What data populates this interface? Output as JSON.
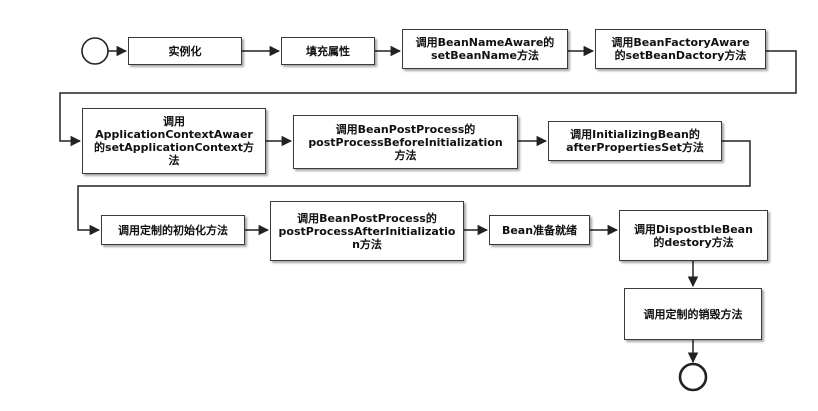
{
  "diagram": {
    "nodes": [
      {
        "id": "instantiate",
        "label": "实例化"
      },
      {
        "id": "populate",
        "label": "填充属性"
      },
      {
        "id": "bean-name-aware",
        "label": "调用BeanNameAware的\nsetBeanName方法"
      },
      {
        "id": "bean-factory-aware",
        "label": "调用BeanFactoryAware\n的setBeanDactory方法"
      },
      {
        "id": "app-context-aware",
        "label": "调用\nApplicationContextAwaer\n的setApplicationContext方\n法"
      },
      {
        "id": "post-before-init",
        "label": "调用BeanPostProcess的\npostProcessBeforeInitialization\n方法"
      },
      {
        "id": "initializing-bean",
        "label": "调用InitializingBean的\nafterPropertiesSet方法"
      },
      {
        "id": "custom-init",
        "label": "调用定制的初始化方法"
      },
      {
        "id": "post-after-init",
        "label": "调用BeanPostProcess的\npostProcessAfterInitializatio\nn方法"
      },
      {
        "id": "bean-ready",
        "label": "Bean准备就绪"
      },
      {
        "id": "disposable-bean",
        "label": "调用DispostbleBean\n的destory方法"
      },
      {
        "id": "custom-destroy",
        "label": "调用定制的销毁方法"
      }
    ],
    "edges": [
      [
        "start",
        "instantiate"
      ],
      [
        "instantiate",
        "populate"
      ],
      [
        "populate",
        "bean-name-aware"
      ],
      [
        "bean-name-aware",
        "bean-factory-aware"
      ],
      [
        "bean-factory-aware",
        "app-context-aware"
      ],
      [
        "app-context-aware",
        "post-before-init"
      ],
      [
        "post-before-init",
        "initializing-bean"
      ],
      [
        "initializing-bean",
        "custom-init"
      ],
      [
        "custom-init",
        "post-after-init"
      ],
      [
        "post-after-init",
        "bean-ready"
      ],
      [
        "bean-ready",
        "disposable-bean"
      ],
      [
        "disposable-bean",
        "custom-destroy"
      ],
      [
        "custom-destroy",
        "end"
      ]
    ]
  }
}
